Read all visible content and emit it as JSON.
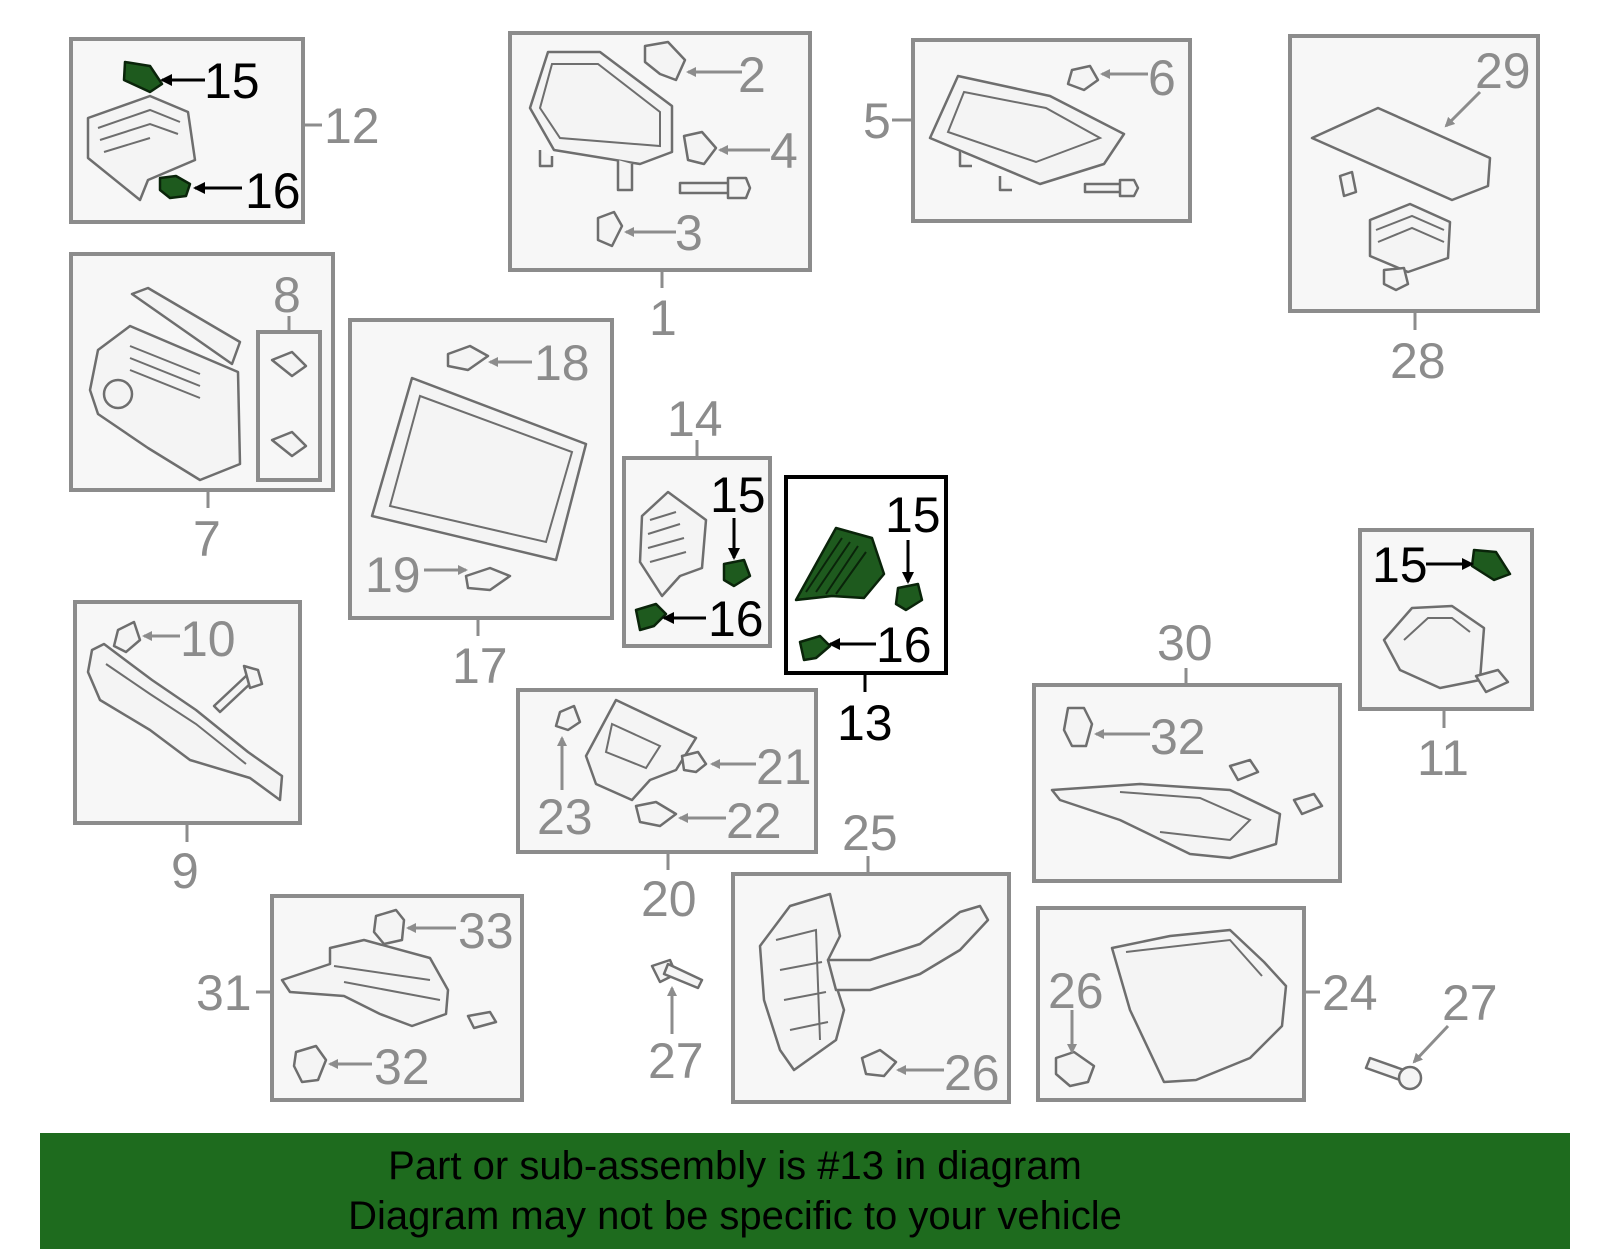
{
  "labels": {
    "l1": "1",
    "l2": "2",
    "l3": "3",
    "l4": "4",
    "l5": "5",
    "l6": "6",
    "l7": "7",
    "l8": "8",
    "l9": "9",
    "l10": "10",
    "l11": "11",
    "l12": "12",
    "l13": "13",
    "l14": "14",
    "l15": "15",
    "l16": "16",
    "l17": "17",
    "l18": "18",
    "l19": "19",
    "l20": "20",
    "l21": "21",
    "l22": "22",
    "l23": "23",
    "l24": "24",
    "l25": "25",
    "l26": "26",
    "l27": "27",
    "l28": "28",
    "l29": "29",
    "l30": "30",
    "l31": "31",
    "l32": "32",
    "l33": "33"
  },
  "banner": {
    "line1": "Part or sub-assembly is #13 in diagram",
    "line2": "Diagram may not be specific to your vehicle"
  },
  "colors": {
    "highlight_green": "#1e5a1e",
    "banner_green": "#1e6b1e",
    "outline_grey": "#8c8c8c"
  }
}
